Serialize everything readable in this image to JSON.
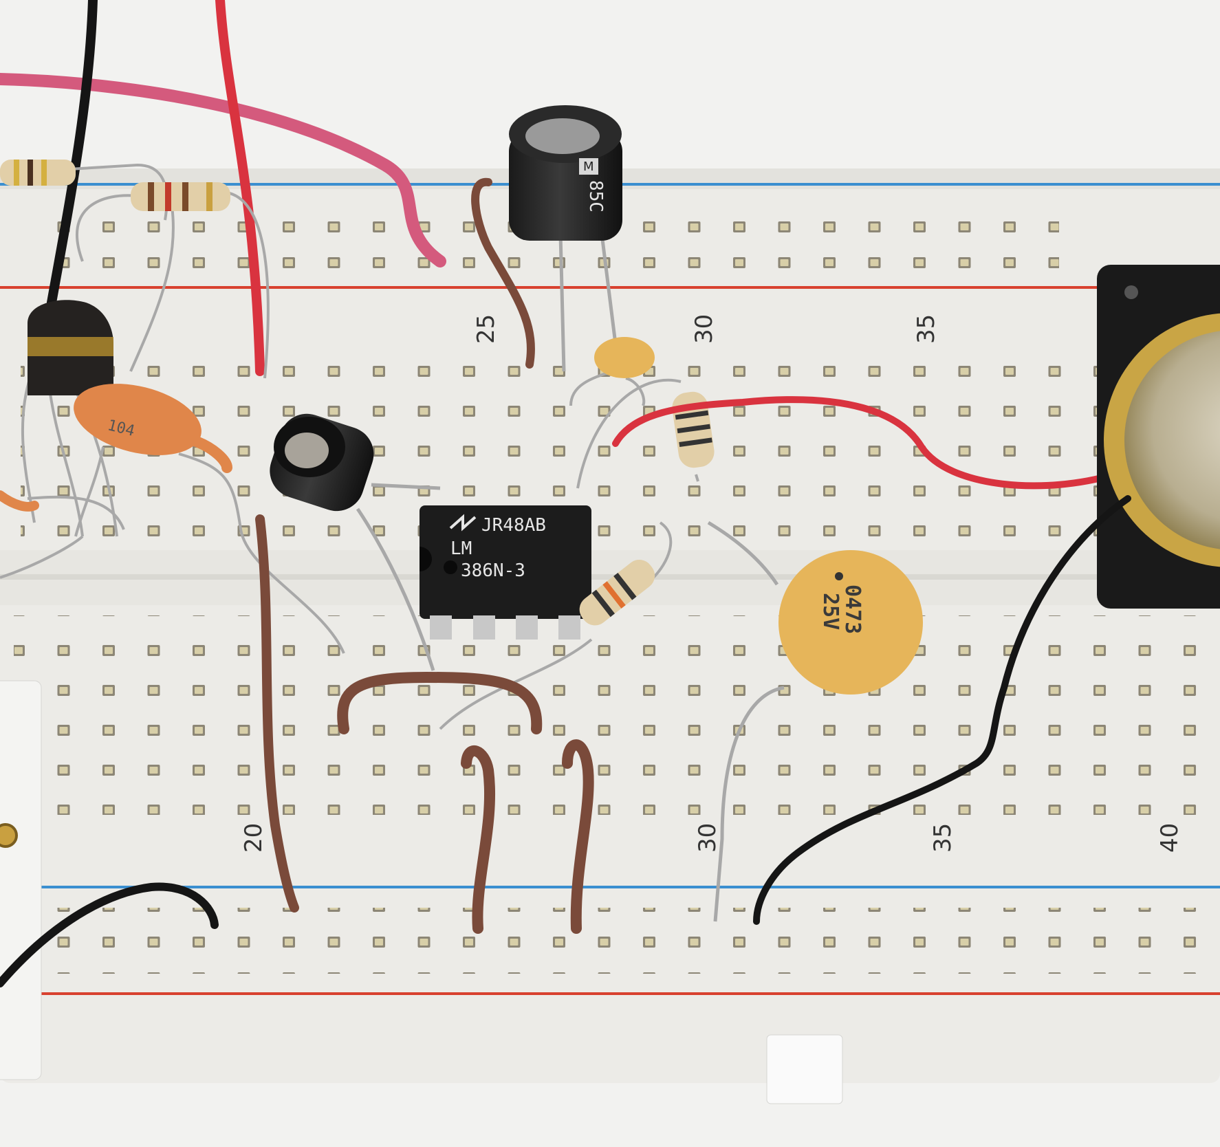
{
  "breadboard": {
    "upper_row_numbers": [
      "25",
      "30",
      "35"
    ],
    "lower_row_numbers": [
      "20",
      "30",
      "35",
      "40"
    ]
  },
  "ic_chip": {
    "line1": "JR48AB",
    "line2": "LM",
    "line3": "386N-3"
  },
  "ceramic_capacitor": {
    "line1": "0473",
    "line2": "25V"
  },
  "small_capacitor": {
    "label": "104"
  },
  "electrolytic_capacitor": {
    "label": "85C"
  },
  "colors": {
    "board": "#efefed",
    "rail_red": "#d8412f",
    "rail_blue": "#3b8fd0",
    "jumper_brown": "#7a4a3a",
    "wire_red": "#d9333f",
    "wire_pink": "#d45a7d",
    "wire_black": "#151515",
    "ceramic_yellow": "#e6b55a",
    "ceramic_orange": "#e0864a"
  }
}
